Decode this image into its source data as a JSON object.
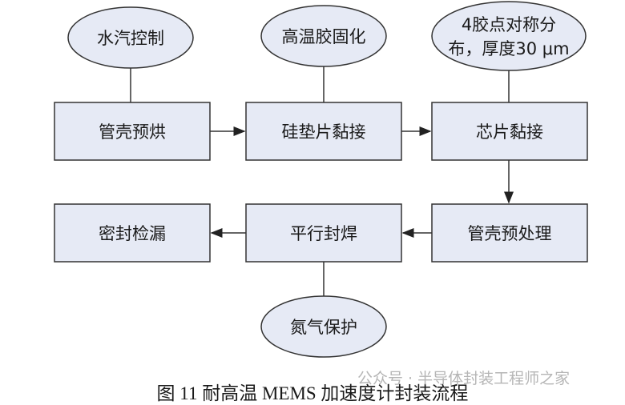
{
  "colors": {
    "node_fill": "#e6eaf5",
    "stroke": "#333333"
  },
  "nodes": {
    "e1": "水汽控制",
    "e2": "高温胶固化",
    "e3_line1": "4胶点对称分",
    "e3_line2": "布，厚度30 μm",
    "b1": "管壳预烘",
    "b2": "硅垫片黏接",
    "b3": "芯片黏接",
    "b4": "管壳预处理",
    "b5": "平行封焊",
    "b6": "密封检漏",
    "e4": "氮气保护"
  },
  "caption": "图 11   耐高温 MEMS 加速度计封装流程",
  "watermark": "公众号 · 半导体封装工程师之家"
}
